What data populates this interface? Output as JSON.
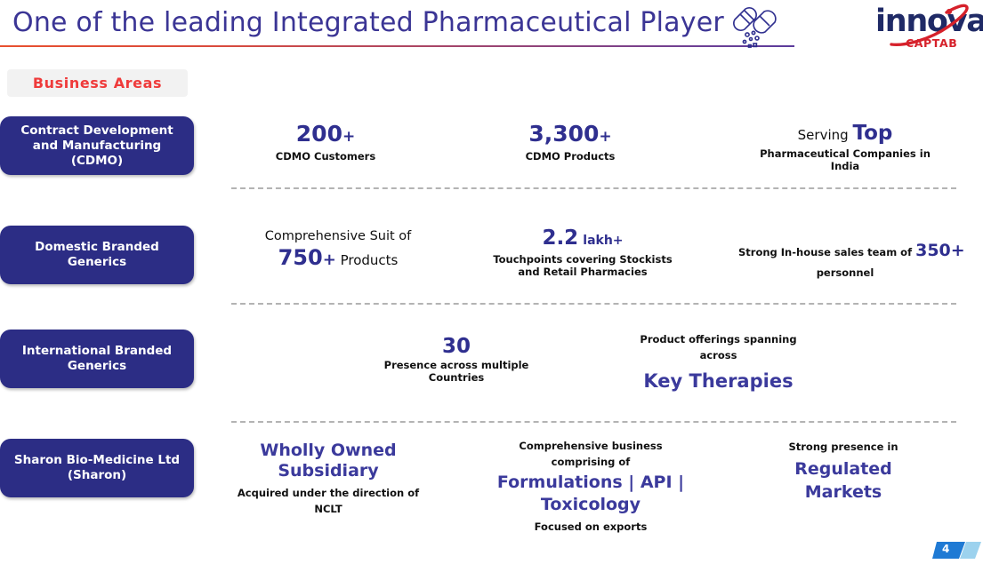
{
  "header": {
    "title": "One of the leading Integrated Pharmaceutical Player",
    "capsule_icon": "capsule-pill-icon",
    "logo": {
      "wordmark": "innova",
      "subtext": "CAPTAB",
      "swoosh_icon": "orbit-swoosh-icon",
      "wordmark_color": "#1f2a66",
      "subtext_color": "#d6212b"
    },
    "rule_gradient_start": "#e8502f",
    "rule_gradient_end": "#5b3b9b"
  },
  "section_badge": {
    "label": "Business Areas",
    "text_color": "#ef3b3b",
    "background_color": "#f2f2f2"
  },
  "categories": [
    {
      "label": "Contract Development and Manufacturing (CDMO)"
    },
    {
      "label": "Domestic Branded Generics"
    },
    {
      "label": "International Branded Generics"
    },
    {
      "label": "Sharon Bio-Medicine Ltd (Sharon)"
    }
  ],
  "category_box_color": "#2c2d85",
  "accent_blue": "#2f2f8f",
  "rows": [
    {
      "category": "Contract Development and Manufacturing (CDMO)",
      "cells": [
        {
          "value": "200",
          "suffix": "+",
          "caption": "CDMO Customers"
        },
        {
          "value": "3,300",
          "suffix": "+",
          "caption": "CDMO Products"
        },
        {
          "prefix": "Serving",
          "value": "Top",
          "caption": "Pharmaceutical Companies in India"
        }
      ]
    },
    {
      "category": "Domestic Branded Generics",
      "cells": [
        {
          "prefix": "Comprehensive Suit of",
          "value": "750",
          "suffix": "+",
          "unit": "Products"
        },
        {
          "value": "2.2",
          "unit": "lakh+",
          "caption": "Touchpoints covering Stockists and Retail Pharmacies"
        },
        {
          "prefix": "Strong In-house sales team of",
          "value": "350+",
          "caption": "personnel"
        }
      ]
    },
    {
      "category": "International Branded Generics",
      "cells": [
        {
          "value": "30",
          "caption": "Presence across multiple Countries"
        },
        {
          "prefix": "Product offerings spanning across",
          "value": "Key Therapies"
        }
      ]
    },
    {
      "category": "Sharon Bio-Medicine Ltd (Sharon)",
      "cells": [
        {
          "value": "Wholly Owned Subsidiary",
          "caption": "Acquired under the direction of NCLT"
        },
        {
          "prefix": "Comprehensive business comprising of",
          "value": "Formulations | API | Toxicology",
          "caption": "Focused on exports"
        },
        {
          "prefix": "Strong presence in",
          "value": "Regulated Markets"
        }
      ]
    }
  ],
  "page_number": "4"
}
